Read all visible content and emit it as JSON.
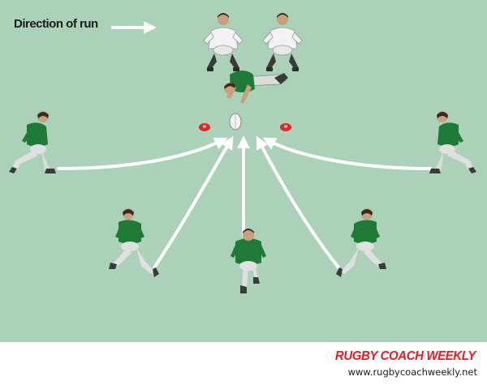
{
  "diagram": {
    "direction_label": "Direction of run",
    "brand_name": "RUGBY COACH WEEKLY",
    "brand_url": "www.rugbycoachweekly.net"
  },
  "colors": {
    "field": "#abd1b9",
    "attacker_shirt": "#1f7a35",
    "defender_shirt": "#f2f2f2",
    "arrow": "#ffffff",
    "cone": "#e32626",
    "brand": "#e21d25"
  },
  "icons": [
    "direction-arrow-icon",
    "cone-icon",
    "rugby-ball-icon",
    "player-icon"
  ]
}
